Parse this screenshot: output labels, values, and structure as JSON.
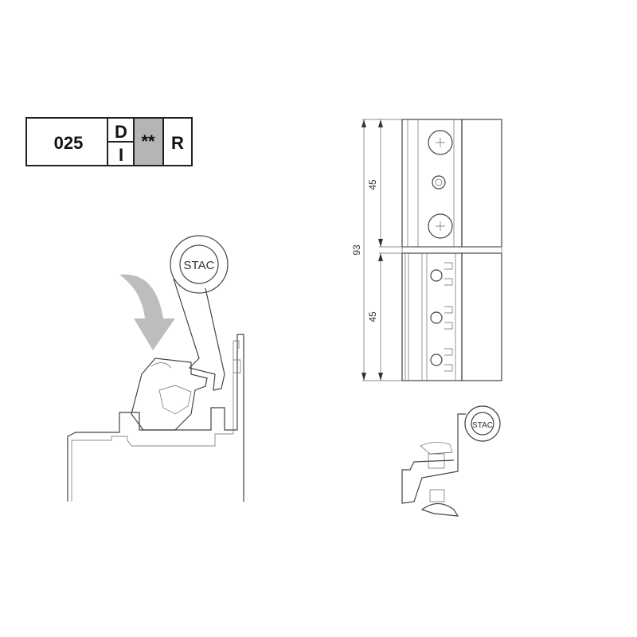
{
  "code_table": {
    "code": "025",
    "side_top": "D",
    "side_bottom": "I",
    "finish": "**",
    "suffix": "R",
    "finish_color": "#b5b5b5"
  },
  "dimensions": {
    "upper": "45",
    "lower": "45",
    "total": "93"
  },
  "logos": {
    "main": "STAC",
    "small": "STAC"
  }
}
